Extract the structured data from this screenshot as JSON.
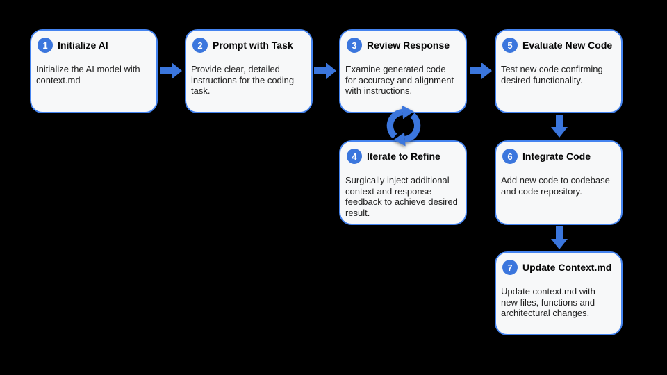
{
  "slide": {
    "background_color": "#000000",
    "subject": "AI coding workflow flowchart"
  },
  "colors": {
    "accent_blue": "#3b76dd",
    "card_border_blue": "#4483ef",
    "card_background": "#f7f8f9",
    "badge_text": "#ffffff",
    "title_text": "#060606",
    "body_text": "#1f1f1f"
  },
  "steps": [
    {
      "number": "1",
      "title": "Initialize AI",
      "description": "Initialize the AI model with\ncontext.md"
    },
    {
      "number": "2",
      "title": "Prompt with Task",
      "description": "Provide clear, detailed\ninstructions for the coding\ntask."
    },
    {
      "number": "3",
      "title": "Review Response",
      "description": "Examine generated code\nfor accuracy and alignment\nwith instructions."
    },
    {
      "number": "4",
      "title": "Iterate to Refine",
      "description": "Surgically inject additional\ncontext and response\nfeedback to achieve desired\nresult."
    },
    {
      "number": "5",
      "title": "Evaluate New Code",
      "description": "Test new code confirming\ndesired functionality."
    },
    {
      "number": "6",
      "title": "Integrate Code",
      "description": "Add new code to codebase\nand code repository."
    },
    {
      "number": "7",
      "title": "Update Context.md",
      "description": "Update context.md with\nnew files, functions and\narchitectural changes."
    }
  ],
  "icons": {
    "right_arrow": "block-arrow-right",
    "down_arrow": "block-arrow-down",
    "loop": "refresh-cycle-icon"
  }
}
